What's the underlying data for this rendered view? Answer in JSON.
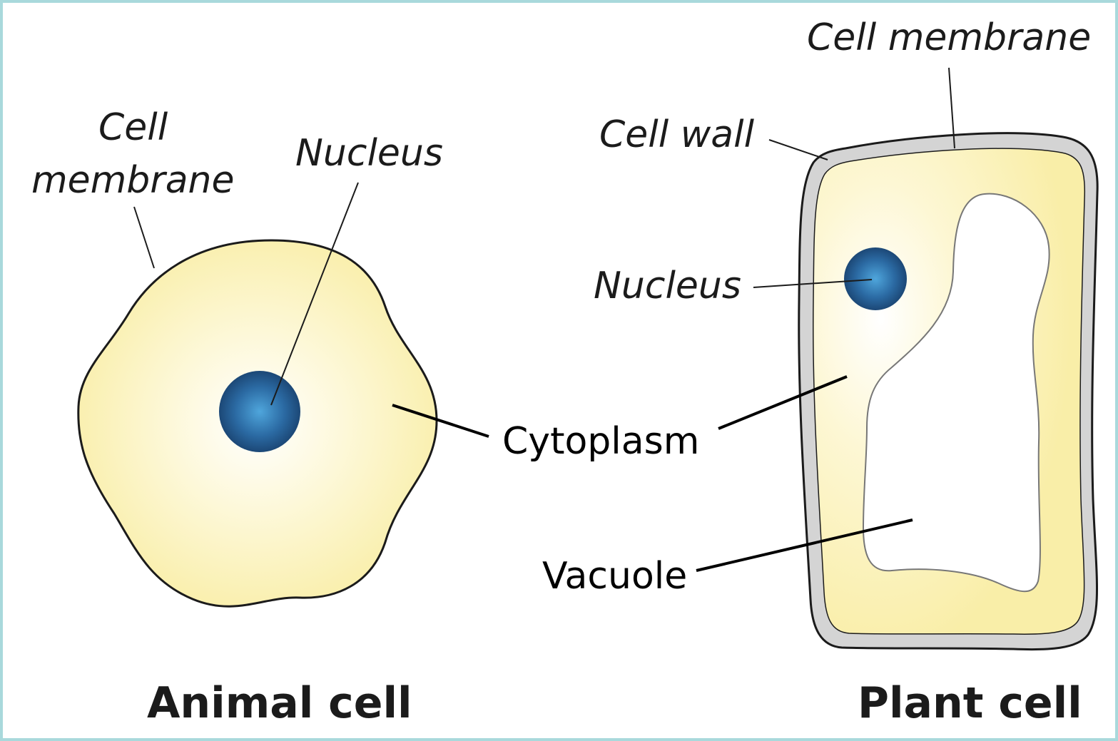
{
  "animal_cell": {
    "title": "Animal cell",
    "label_membrane_line1": "Cell",
    "label_membrane_line2": "membrane",
    "label_nucleus": "Nucleus"
  },
  "plant_cell": {
    "title": "Plant cell",
    "label_membrane": "Cell membrane",
    "label_wall": "Cell wall",
    "label_nucleus": "Nucleus",
    "label_vacuole": "Vacuole"
  },
  "shared": {
    "label_cytoplasm": "Cytoplasm"
  },
  "colors": {
    "cytoplasm_light": "#fffdf0",
    "cytoplasm": "#fbf1b4",
    "nucleus_center": "#4a9fd6",
    "nucleus_edge": "#1a3f6e",
    "cell_wall": "#d4d4d4",
    "frame_border": "#a9d9dc"
  }
}
